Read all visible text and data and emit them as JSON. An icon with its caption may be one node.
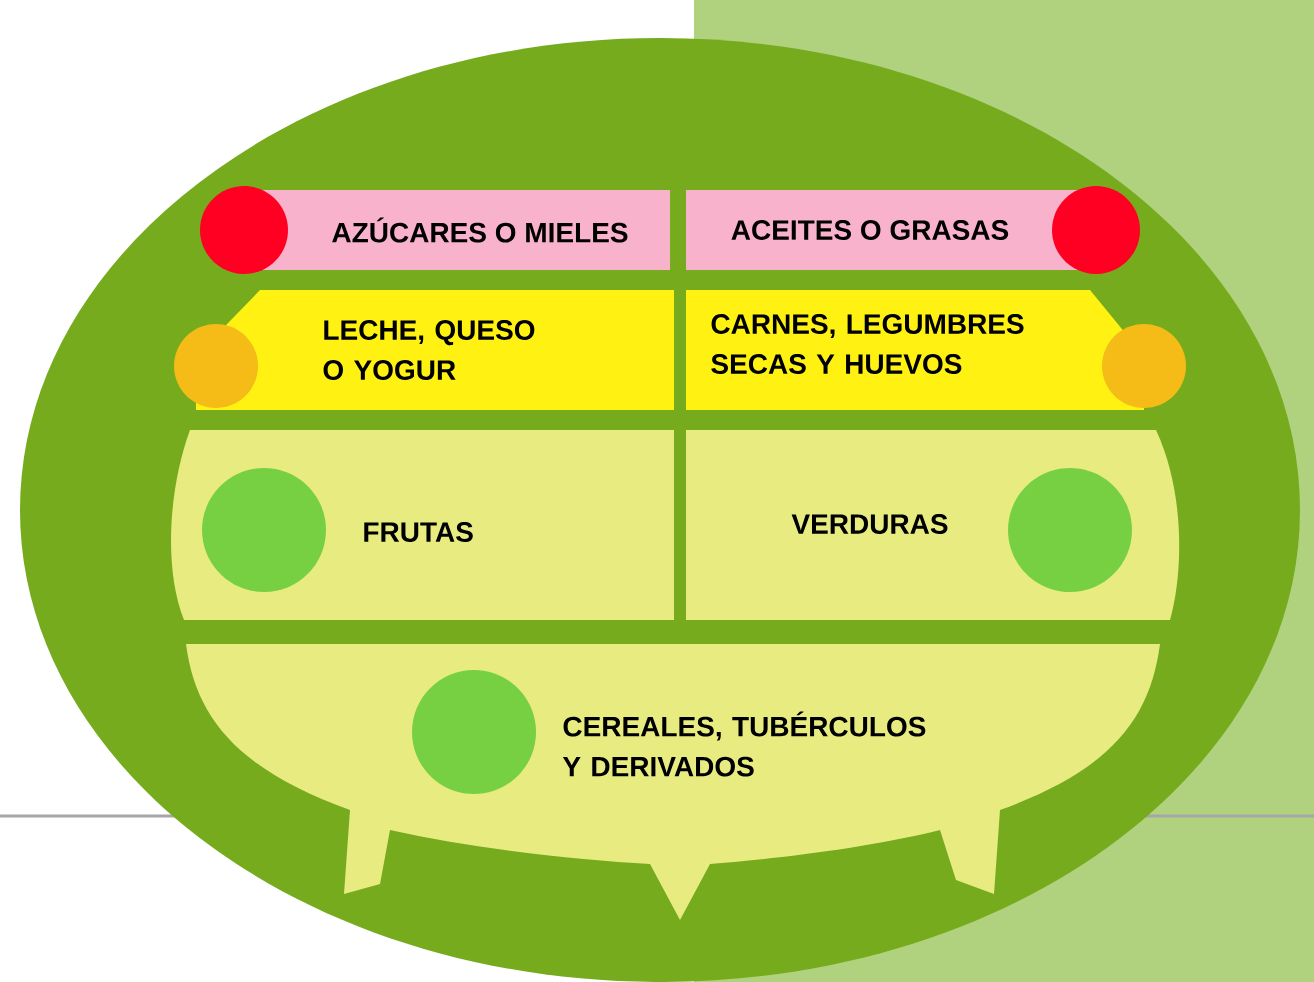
{
  "diagram": {
    "nodes": [
      {
        "text": [
          "AZÚCARES O MIELES"
        ]
      },
      {
        "text": [
          "ACEITES O GRASAS"
        ]
      },
      {
        "text": [
          "LECHE, QUESO O YOGUR"
        ]
      },
      {
        "text": [
          "CARNES, LEGUMBRES SECAS Y HUEVOS"
        ]
      },
      {
        "text": [
          "FRUTAS"
        ]
      },
      {
        "text": [
          "VERDURAS"
        ]
      },
      {
        "text": [
          "CEREALES, TUBÉRCULOS Y DERIVADOS"
        ]
      }
    ]
  }
}
